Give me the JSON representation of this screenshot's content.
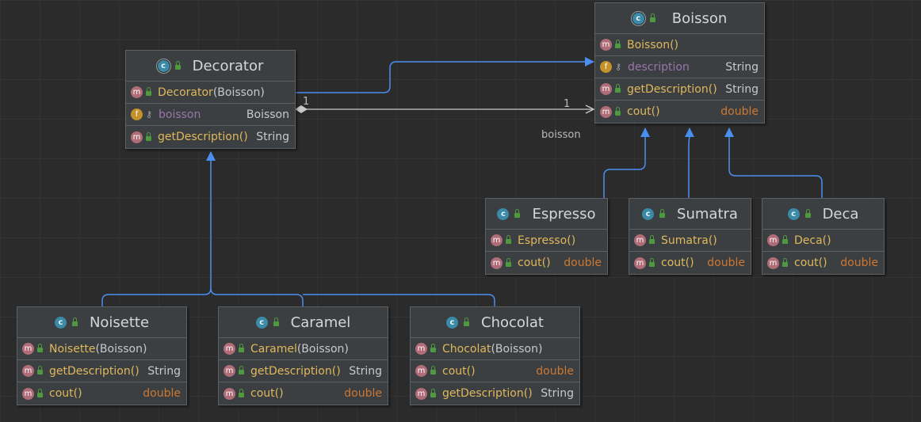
{
  "colors": {
    "background": "#2b2b2b",
    "class_fill": "#3c3f41",
    "method_name": "#e0b85c",
    "field_name": "#9876aa",
    "primitive_type": "#cc7832",
    "edge": "#4a8ff0",
    "association": "#c8c8c8"
  },
  "icons": {
    "class": "c",
    "abstract_class": "c",
    "method": "m",
    "field": "f",
    "public": "lock-icon",
    "private": "key-icon"
  },
  "classes": {
    "boisson": {
      "name": "Boisson",
      "members": [
        {
          "kind": "m",
          "name": "Boisson",
          "params": "()",
          "type": ""
        },
        {
          "kind": "f",
          "name": "description",
          "params": "",
          "type": "String"
        },
        {
          "kind": "m",
          "name": "getDescription",
          "params": "()",
          "type": "String"
        },
        {
          "kind": "m",
          "name": "cout",
          "params": "()",
          "type": "double"
        }
      ]
    },
    "decorator": {
      "name": "Decorator",
      "members": [
        {
          "kind": "m",
          "name": "Decorator",
          "params": "(Boisson)",
          "type": ""
        },
        {
          "kind": "f",
          "name": "boisson",
          "params": "",
          "type": "Boisson"
        },
        {
          "kind": "m",
          "name": "getDescription",
          "params": "()",
          "type": "String"
        }
      ]
    },
    "espresso": {
      "name": "Espresso",
      "members": [
        {
          "kind": "m",
          "name": "Espresso",
          "params": "()",
          "type": ""
        },
        {
          "kind": "m",
          "name": "cout",
          "params": "()",
          "type": "double"
        }
      ]
    },
    "sumatra": {
      "name": "Sumatra",
      "members": [
        {
          "kind": "m",
          "name": "Sumatra",
          "params": "()",
          "type": ""
        },
        {
          "kind": "m",
          "name": "cout",
          "params": "()",
          "type": "double"
        }
      ]
    },
    "deca": {
      "name": "Deca",
      "members": [
        {
          "kind": "m",
          "name": "Deca",
          "params": "()",
          "type": ""
        },
        {
          "kind": "m",
          "name": "cout",
          "params": "()",
          "type": "double"
        }
      ]
    },
    "noisette": {
      "name": "Noisette",
      "members": [
        {
          "kind": "m",
          "name": "Noisette",
          "params": "(Boisson)",
          "type": ""
        },
        {
          "kind": "m",
          "name": "getDescription",
          "params": "()",
          "type": "String"
        },
        {
          "kind": "m",
          "name": "cout",
          "params": "()",
          "type": "double"
        }
      ]
    },
    "caramel": {
      "name": "Caramel",
      "members": [
        {
          "kind": "m",
          "name": "Caramel",
          "params": "(Boisson)",
          "type": ""
        },
        {
          "kind": "m",
          "name": "getDescription",
          "params": "()",
          "type": "String"
        },
        {
          "kind": "m",
          "name": "cout",
          "params": "()",
          "type": "double"
        }
      ]
    },
    "chocolat": {
      "name": "Chocolat",
      "members": [
        {
          "kind": "m",
          "name": "Chocolat",
          "params": "(Boisson)",
          "type": ""
        },
        {
          "kind": "m",
          "name": "cout",
          "params": "()",
          "type": "double"
        },
        {
          "kind": "m",
          "name": "getDescription",
          "params": "()",
          "type": "String"
        }
      ]
    }
  },
  "association": {
    "multiplicity_source": "1",
    "multiplicity_target": "1",
    "role": "boisson"
  }
}
